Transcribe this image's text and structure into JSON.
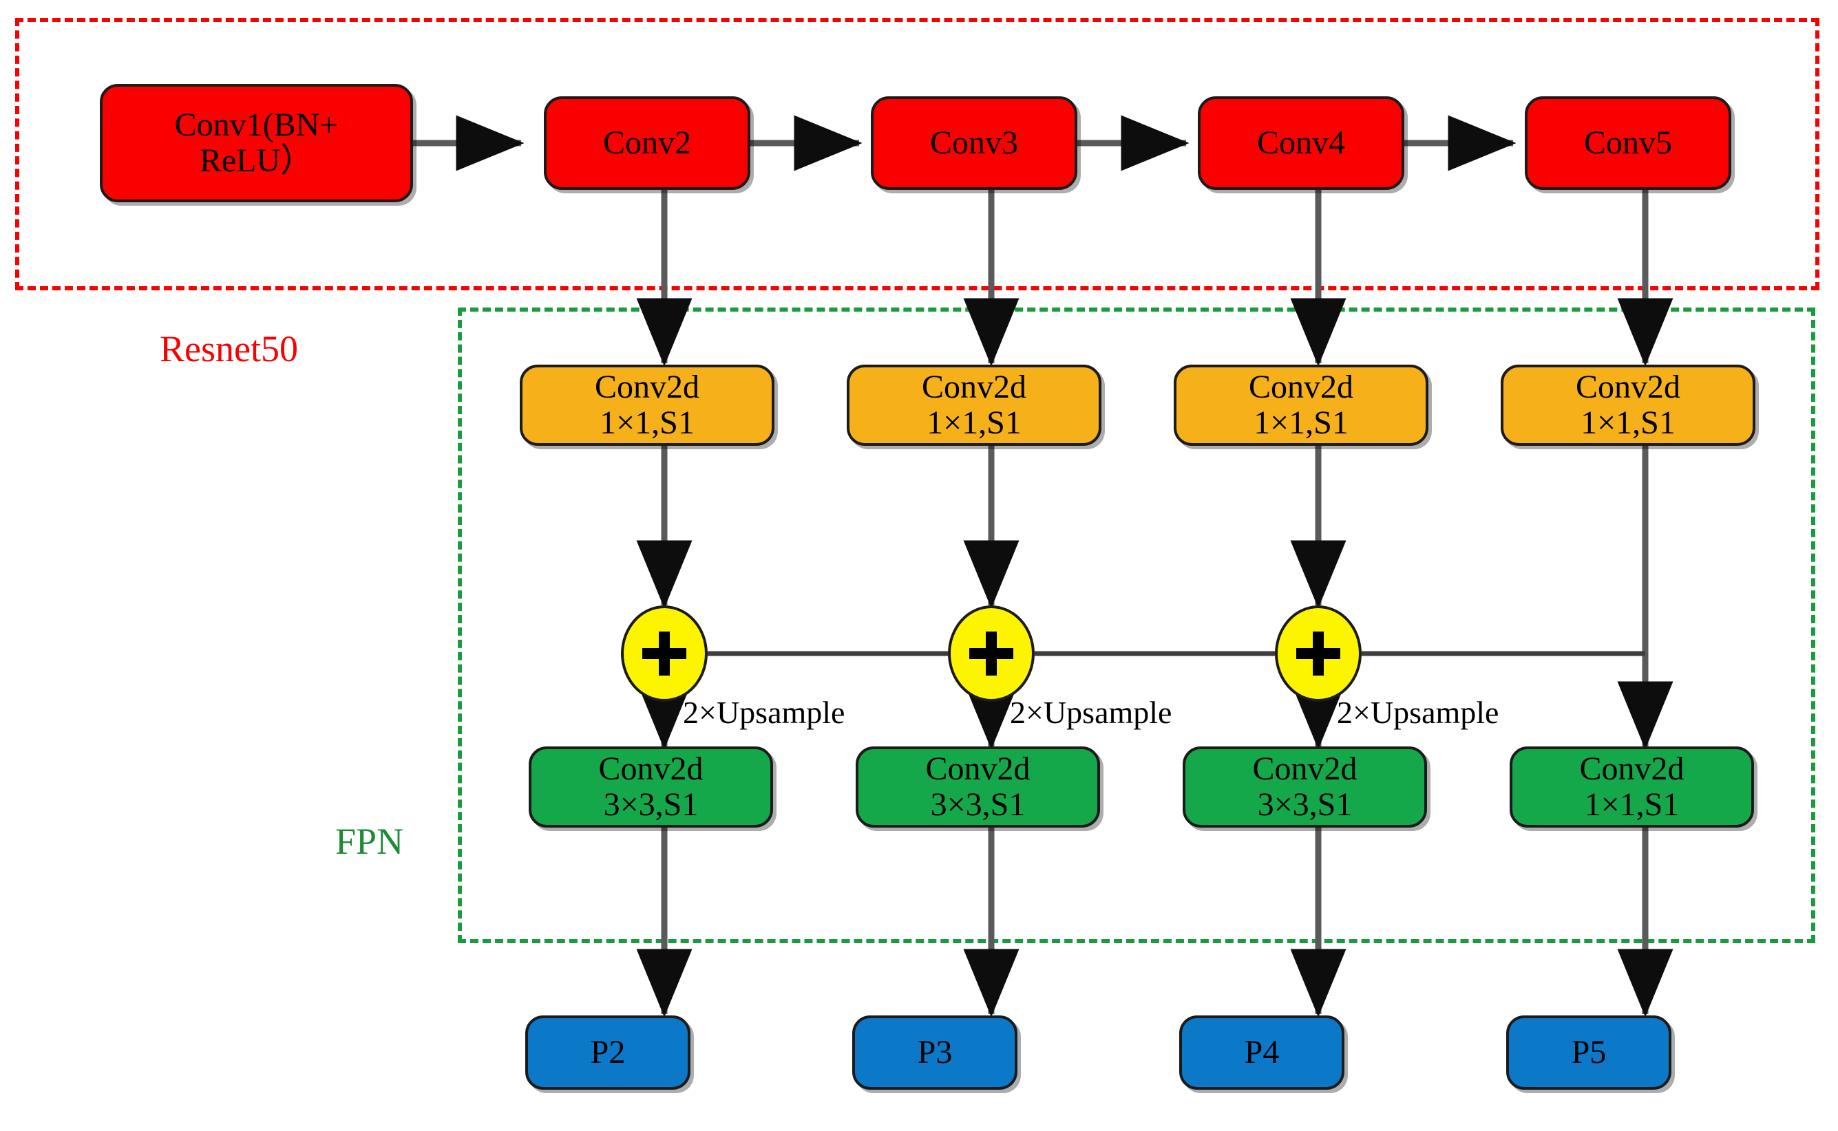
{
  "diagram": {
    "title": "ResNet50 + FPN feature pyramid network architecture",
    "groups": [
      {
        "id": "resnet",
        "label": "Resnet50",
        "color": "#fb0000"
      },
      {
        "id": "fpn",
        "label": "FPN",
        "color": "#1a8c36"
      }
    ],
    "backbone": {
      "color": "#fb0000",
      "nodes": [
        {
          "id": "conv1",
          "lines": [
            "Conv1(BN+",
            "ReLU）"
          ]
        },
        {
          "id": "conv2",
          "lines": [
            "Conv2"
          ]
        },
        {
          "id": "conv3",
          "lines": [
            "Conv3"
          ]
        },
        {
          "id": "conv4",
          "lines": [
            "Conv4"
          ]
        },
        {
          "id": "conv5",
          "lines": [
            "Conv5"
          ]
        }
      ]
    },
    "lateral": {
      "color": "#f5b01a",
      "nodes": [
        {
          "id": "lat2",
          "lines": [
            "Conv2d",
            "1×1,S1"
          ]
        },
        {
          "id": "lat3",
          "lines": [
            "Conv2d",
            "1×1,S1"
          ]
        },
        {
          "id": "lat4",
          "lines": [
            "Conv2d",
            "1×1,S1"
          ]
        },
        {
          "id": "lat5",
          "lines": [
            "Conv2d",
            "1×1,S1"
          ]
        }
      ]
    },
    "merge": {
      "color": "#fdf500",
      "nodes": [
        {
          "id": "add2",
          "glyph": "+"
        },
        {
          "id": "add3",
          "glyph": "+"
        },
        {
          "id": "add4",
          "glyph": "+"
        }
      ]
    },
    "upsample_labels": [
      {
        "id": "up1",
        "text": "2×Upsample"
      },
      {
        "id": "up2",
        "text": "2×Upsample"
      },
      {
        "id": "up3",
        "text": "2×Upsample"
      }
    ],
    "smooth": {
      "color": "#15a84b",
      "nodes": [
        {
          "id": "sm2",
          "lines": [
            "Conv2d",
            "3×3,S1"
          ]
        },
        {
          "id": "sm3",
          "lines": [
            "Conv2d",
            "3×3,S1"
          ]
        },
        {
          "id": "sm4",
          "lines": [
            "Conv2d",
            "3×3,S1"
          ]
        },
        {
          "id": "sm5",
          "lines": [
            "Conv2d",
            "1×1,S1"
          ]
        }
      ]
    },
    "outputs": {
      "color": "#0b78c8",
      "nodes": [
        {
          "id": "p2",
          "lines": [
            "P2"
          ]
        },
        {
          "id": "p3",
          "lines": [
            "P3"
          ]
        },
        {
          "id": "p4",
          "lines": [
            "P4"
          ]
        },
        {
          "id": "p5",
          "lines": [
            "P5"
          ]
        }
      ]
    }
  }
}
